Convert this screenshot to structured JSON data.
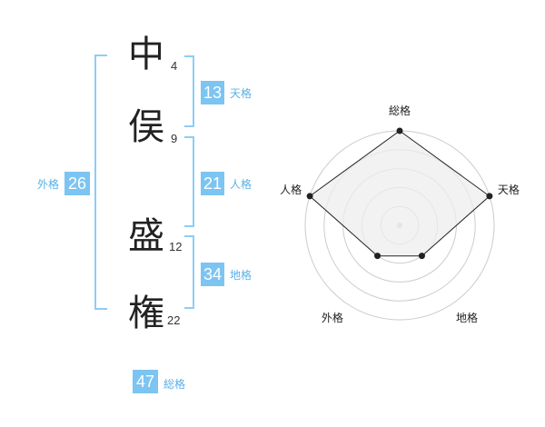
{
  "colors": {
    "accent": "#7cc4f2",
    "label": "#5bb0e6",
    "bracket": "#8ecdf5",
    "radar_fill": "#eeeeee",
    "radar_grid": "#cccccc",
    "radar_line": "#222222"
  },
  "name": {
    "characters": [
      {
        "char": "中",
        "strokes": "4"
      },
      {
        "char": "俣",
        "strokes": "9"
      },
      {
        "char": "盛",
        "strokes": "12"
      },
      {
        "char": "権",
        "strokes": "22"
      }
    ]
  },
  "fortune": {
    "tenkaku": {
      "value": "13",
      "label": "天格"
    },
    "jinkaku": {
      "value": "21",
      "label": "人格"
    },
    "chikaku": {
      "value": "34",
      "label": "地格"
    },
    "gaikaku": {
      "value": "26",
      "label": "外格"
    },
    "soukaku": {
      "value": "47",
      "label": "総格"
    }
  },
  "chart_data": {
    "type": "radar",
    "axes": [
      "総格",
      "天格",
      "地格",
      "外格",
      "人格"
    ],
    "values": [
      5,
      5,
      2,
      2,
      5
    ],
    "rmax": 5
  }
}
